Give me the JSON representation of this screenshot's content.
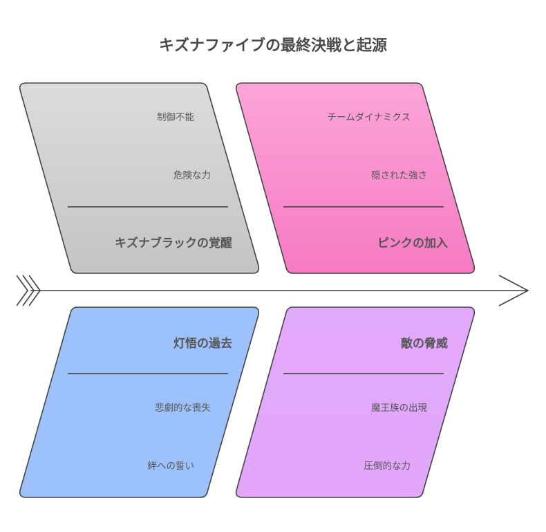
{
  "title": "キズナファイブの最終決戦と起源",
  "colors": {
    "gray": "#d0d0d0",
    "pink": "#f88fcc",
    "blue": "#9dc2fb",
    "purple": "#e2a6fa",
    "spine": "#3e3e3e"
  },
  "categories": [
    {
      "id": "gray",
      "heading": "キズナブラックの覚醒",
      "items": [
        "制御不能",
        "危険な力"
      ]
    },
    {
      "id": "pink",
      "heading": "ピンクの加入",
      "items": [
        "チームダイナミクス",
        "隠された強さ"
      ]
    },
    {
      "id": "blue",
      "heading": "灯悟の過去",
      "items": [
        "悲劇的な喪失",
        "絆への誓い"
      ]
    },
    {
      "id": "purple",
      "heading": "敵の脅威",
      "items": [
        "魔王族の出現",
        "圧倒的な力"
      ]
    }
  ]
}
